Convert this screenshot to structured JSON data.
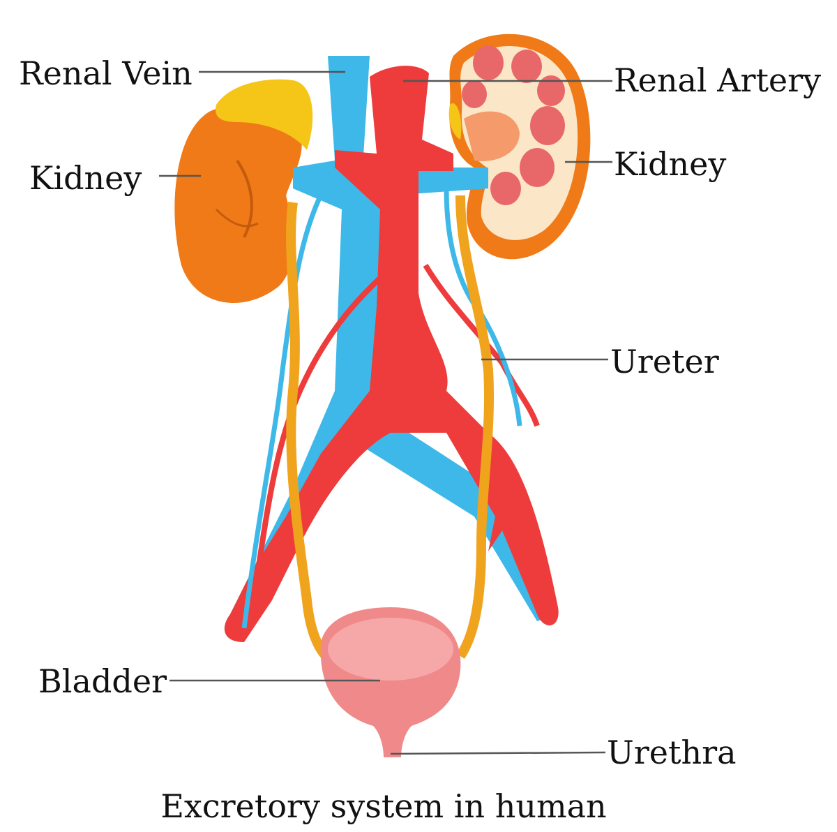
{
  "labels": {
    "renal_vein": "Renal Vein",
    "renal_artery": "Renal Artery",
    "kidney_left": "Kidney",
    "kidney_right": "Kidney",
    "ureter": "Ureter",
    "bladder": "Bladder",
    "urethra": "Urethra"
  },
  "caption": "Excretory system in human",
  "colors": {
    "vein": "#3db8e8",
    "artery": "#ee3b3b",
    "kidney": "#f07a17",
    "adrenal": "#f5c518",
    "ureter": "#f0a41e",
    "bladder": "#f08a8a",
    "kidney_section": "#fbe6c8",
    "leader_line": "#555555"
  }
}
